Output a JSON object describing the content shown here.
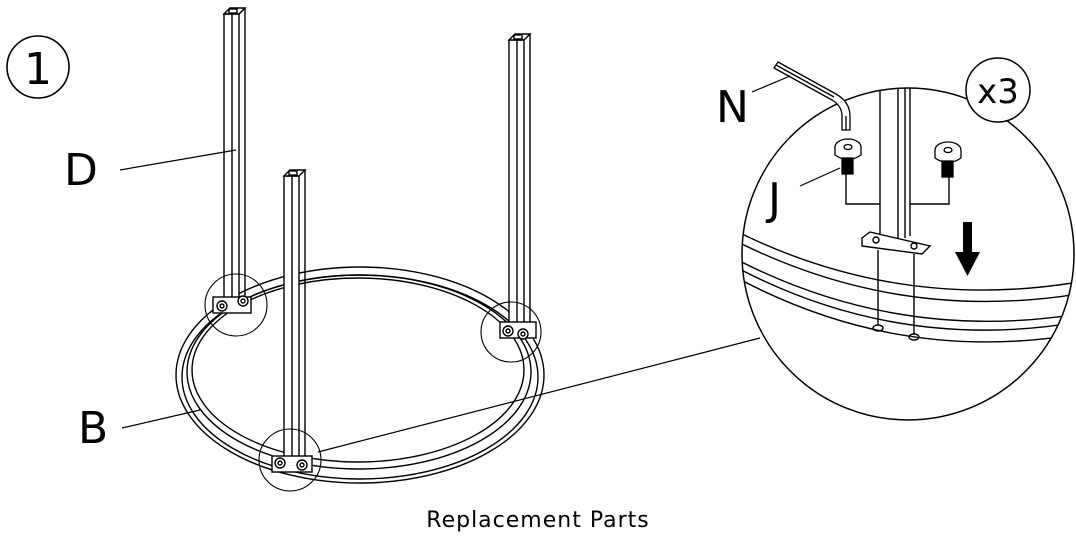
{
  "step": {
    "number": "1"
  },
  "labels": {
    "leg": "D",
    "ring": "B",
    "hex_key": "N",
    "bolt": "J",
    "quantity": "x3"
  },
  "caption": "Replacement Parts"
}
